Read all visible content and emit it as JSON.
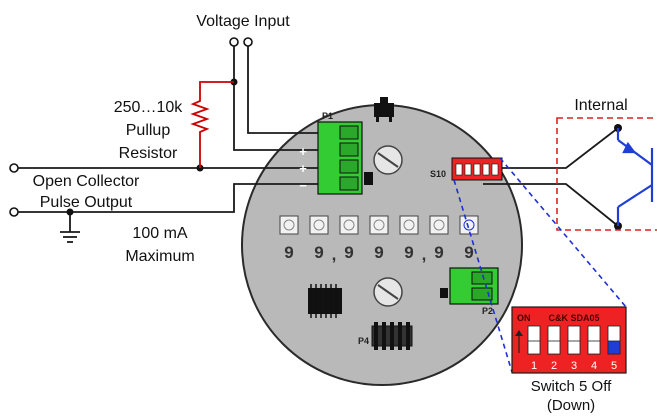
{
  "labels": {
    "voltage_input": "Voltage Input",
    "pullup_range": "250…10k",
    "pullup_word": "Pullup",
    "resistor_word": "Resistor",
    "open_collector": "Open Collector",
    "pulse_output": "Pulse Output",
    "current_value": "100 mA",
    "current_word": "Maximum",
    "internal": "Internal",
    "switch_caption": "Switch 5 Off",
    "switch_caption_sub": "(Down)"
  },
  "board": {
    "p1": "P1",
    "p2": "P2",
    "p4": "P4",
    "s10": "S10",
    "terminal_marks": [
      "+",
      "+",
      "−"
    ],
    "digits": [
      "9",
      "9",
      "9",
      "9",
      "9",
      "9",
      "9"
    ],
    "separators": [
      ",",
      ","
    ]
  },
  "dip_switch": {
    "on_label": "ON",
    "brand_label": "C&K SDA05",
    "numbers": [
      "1",
      "2",
      "3",
      "4",
      "5"
    ],
    "off_switch_index": 5
  },
  "colors": {
    "wire": "#1a1a1a",
    "resistor": "#cc0000",
    "board": "#b9b9b9",
    "terminal": "#33cc33",
    "dip": "#ee2222",
    "zoom_lines": "#1f2fd4",
    "internal_box": "#dd2222",
    "transistor": "#1f3fd4"
  }
}
